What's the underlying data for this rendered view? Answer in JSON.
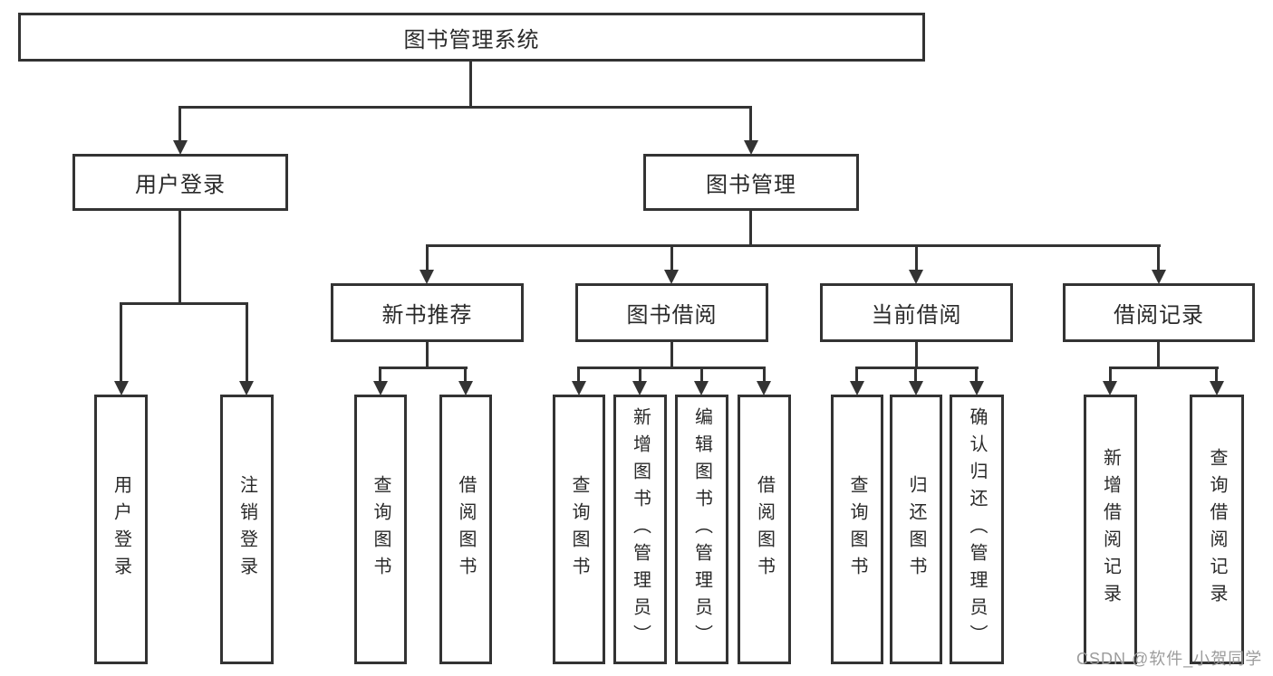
{
  "diagram": {
    "root": {
      "label": "图书管理系统"
    },
    "branches": {
      "user": {
        "label": "用户登录",
        "children": {
          "login": "用户登录",
          "logout": "注销登录"
        }
      },
      "book": {
        "label": "图书管理",
        "sections": {
          "new_books": {
            "label": "新书推荐",
            "children": {
              "query": "查询图书",
              "borrow": "借阅图书"
            }
          },
          "borrowing": {
            "label": "图书借阅",
            "children": {
              "query": "查询图书",
              "add": "新增图书（管理员）",
              "edit": "编辑图书（管理员）",
              "borrow": "借阅图书"
            }
          },
          "current": {
            "label": "当前借阅",
            "children": {
              "query": "查询图书",
              "return": "归还图书",
              "confirm": "确认归还（管理员）"
            }
          },
          "records": {
            "label": "借阅记录",
            "children": {
              "add": "新增借阅记录",
              "query": "查询借阅记录"
            }
          }
        }
      }
    }
  },
  "watermark": {
    "text": "CSDN @软件_小贺同学"
  },
  "colors": {
    "line": "#333333",
    "text": "#2a2a2a",
    "watermark": "#9c9c9c",
    "background": "#ffffff"
  }
}
